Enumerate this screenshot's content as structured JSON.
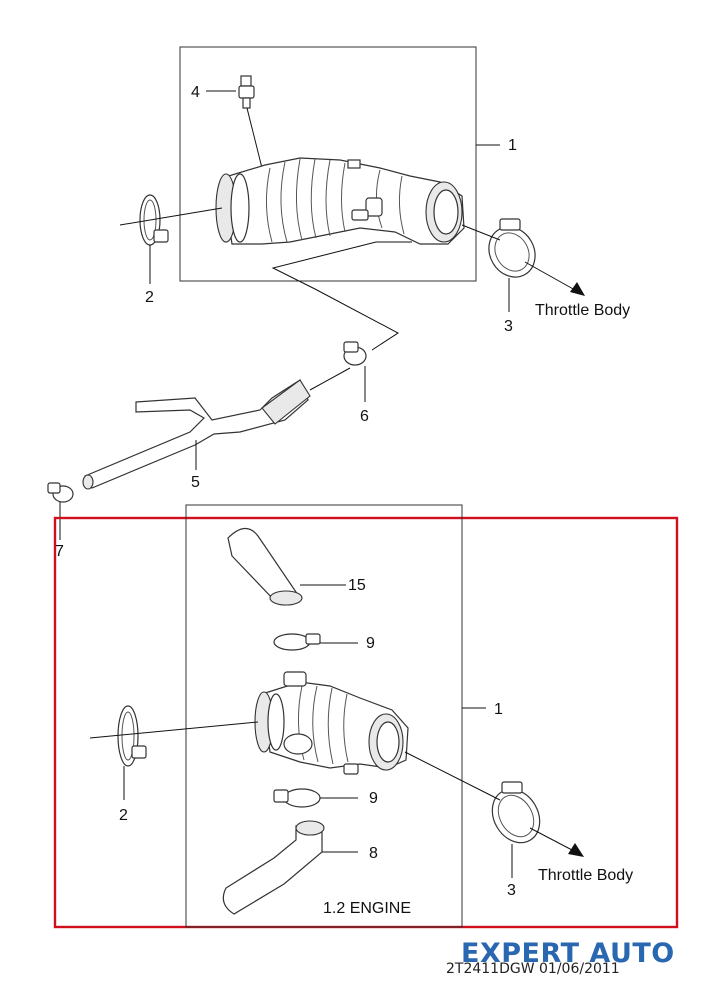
{
  "callouts": {
    "top_assembly": "1",
    "top_clamp_left": "2",
    "top_clamp_right": "3",
    "top_sensor": "4",
    "breather_hose": "5",
    "breather_clamp_upper": "6",
    "breather_clamp_lower": "7",
    "bottom_assembly": "1",
    "bottom_clamp_left": "2",
    "bottom_clamp_right": "3",
    "bottom_lower_hose": "8",
    "bottom_clamp_upper": "9",
    "bottom_clamp_lower": "9",
    "bottom_upper_hose": "15"
  },
  "labels": {
    "throttle_top": "Throttle Body",
    "throttle_bottom": "Throttle Body",
    "engine_note": "1.2 ENGINE"
  },
  "footer": {
    "drawing_code": "2T2411DGW  01/06/2011",
    "watermark": "EXPERT AUTO"
  },
  "highlight": {
    "color": "#d0101e"
  },
  "brand_color": "#2a67b1"
}
